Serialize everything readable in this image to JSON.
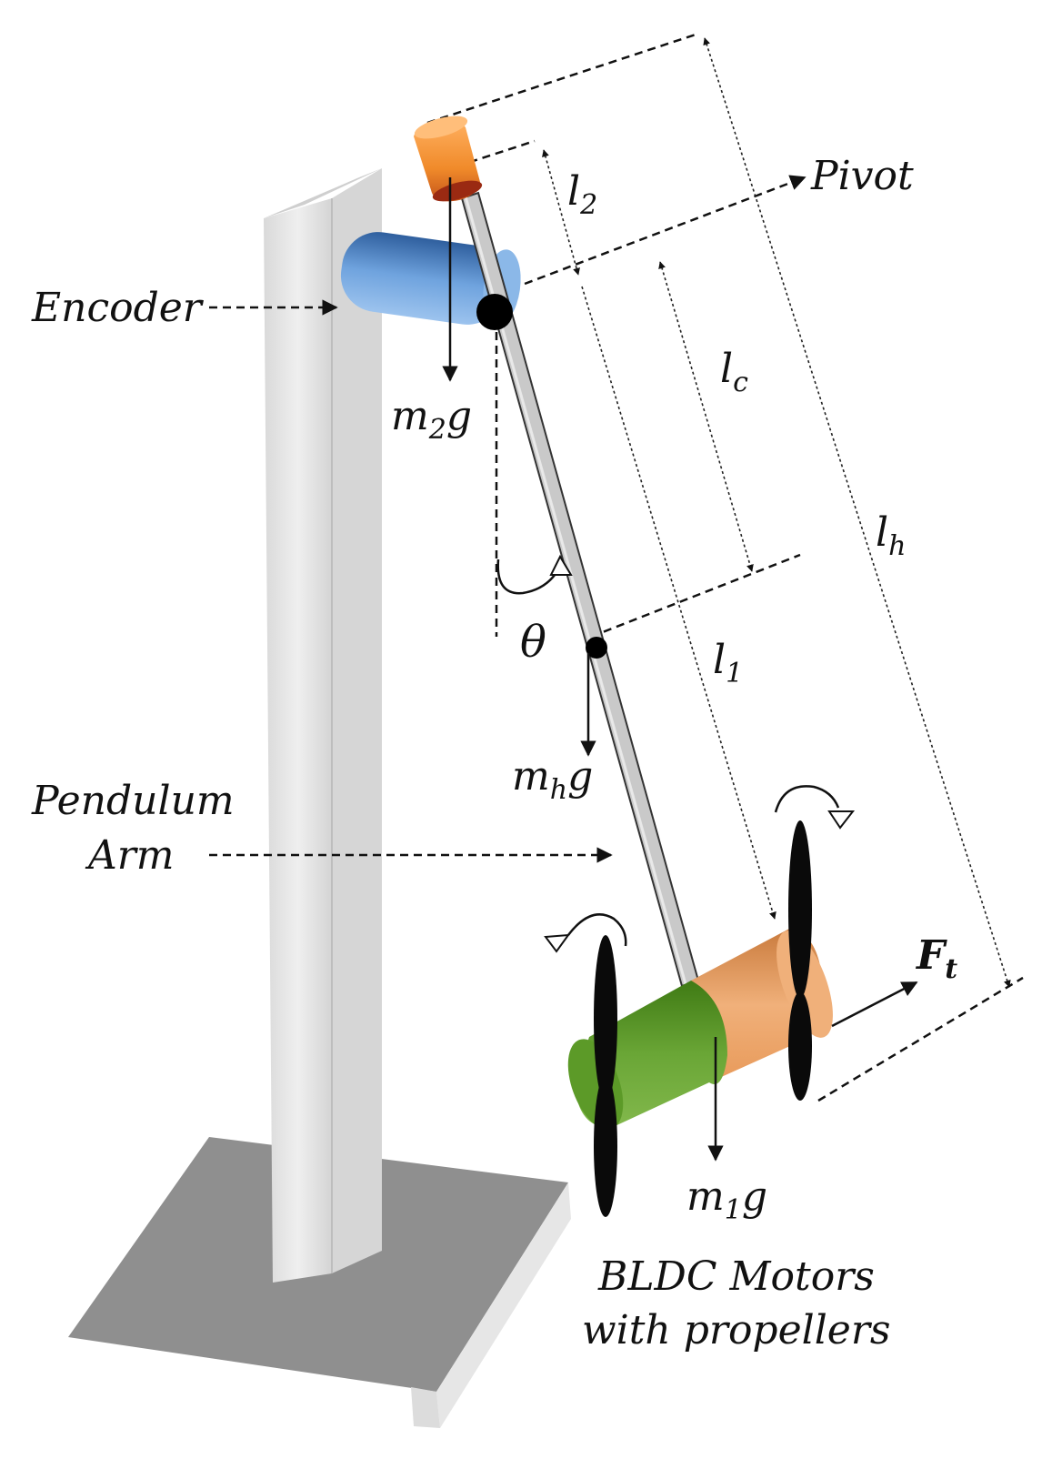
{
  "labels": {
    "encoder": "Encoder",
    "pivot": "Pivot",
    "pendulum_arm_line1": "Pendulum",
    "pendulum_arm_line2": "Arm",
    "bldc_line1": "BLDC Motors",
    "bldc_line2": "with propellers",
    "theta": "θ"
  },
  "symbols": {
    "l2": {
      "base": "l",
      "sub": "2"
    },
    "lc": {
      "base": "l",
      "sub": "c"
    },
    "lh": {
      "base": "l",
      "sub": "h"
    },
    "l1": {
      "base": "l",
      "sub": "1"
    },
    "m2g": {
      "base": "m",
      "sub": "2",
      "tail": "g"
    },
    "mhg": {
      "base": "m",
      "sub": "h",
      "tail": "g"
    },
    "m1g": {
      "base": "m",
      "sub": "1",
      "tail": "g"
    },
    "ft": {
      "base": "F",
      "sub": "t"
    }
  },
  "colors": {
    "counterweight": "#f08a2a",
    "encoder": "#4d86c9",
    "motor_left": "#5f9a2a",
    "motor_right": "#e8a36a",
    "pillar": "#e3e3e3",
    "base": "#8f8f8f",
    "propeller": "#0a0a0a"
  }
}
